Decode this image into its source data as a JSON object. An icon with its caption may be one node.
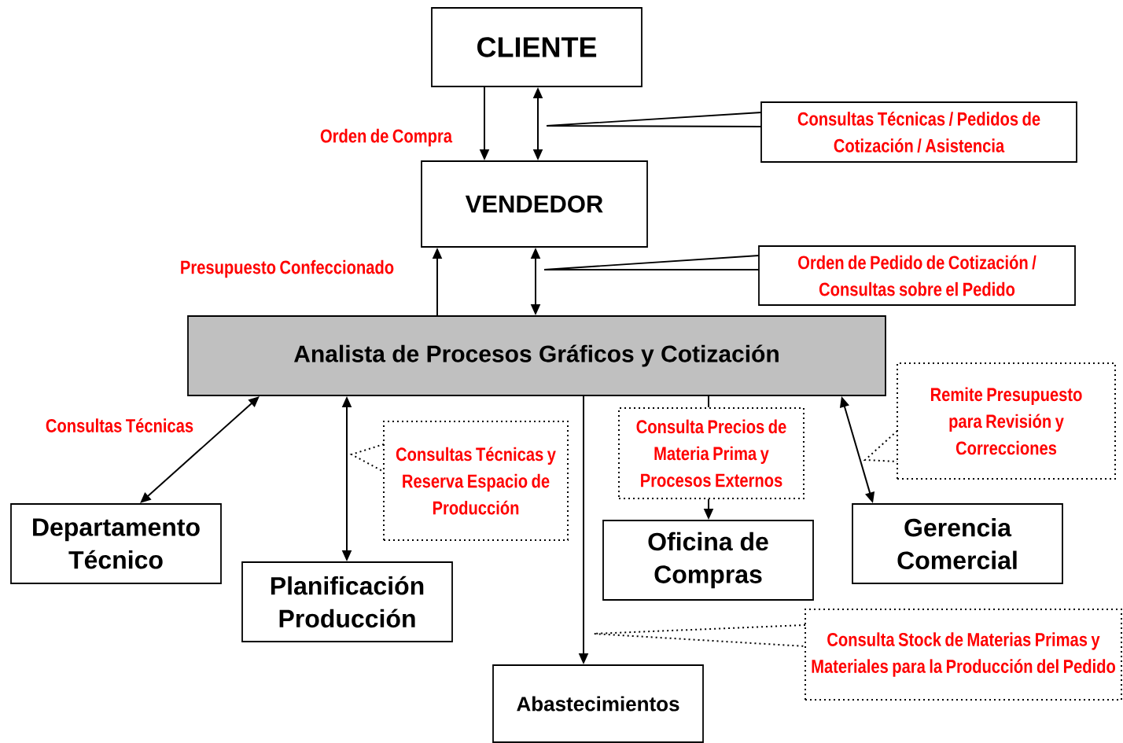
{
  "diagram": {
    "nodes": [
      {
        "text": [
          "CLIENTE"
        ]
      },
      {
        "text": [
          "VENDEDOR"
        ]
      },
      {
        "text": [
          "Analista de Procesos Gráficos y Cotización"
        ]
      },
      {
        "text": [
          "Departamento Técnico"
        ]
      },
      {
        "text": [
          "Planificación Producción"
        ]
      },
      {
        "text": [
          "Oficina de Compras"
        ]
      },
      {
        "text": [
          "Gerencia Comercial"
        ]
      },
      {
        "text": [
          "Abastecimientos"
        ]
      },
      {
        "text": [
          "Consultas Técnicas / Pedidos de Cotización / Asistencia"
        ]
      },
      {
        "text": [
          "Orden de Pedido de Cotización / Consultas sobre el Pedido"
        ]
      },
      {
        "text": [
          "Consultas Técnicas y Reserva Espacio de Producción"
        ]
      },
      {
        "text": [
          "Consulta Precios de Materia Prima y Procesos Externos"
        ]
      },
      {
        "text": [
          "Remite Presupuesto para Revisión y Correcciones"
        ]
      },
      {
        "text": [
          "Consulta Stock de Materias Primas y Materiales para la Producción del Pedido"
        ]
      }
    ],
    "edges": [
      {
        "from": 0,
        "to": 1,
        "arrow": "to",
        "label": "Orden de Compra"
      },
      {
        "from": 0,
        "to": 1,
        "arrow": "both"
      },
      {
        "from": 2,
        "to": 1,
        "arrow": "to",
        "label": "Presupuesto Confeccionado"
      },
      {
        "from": 1,
        "to": 2,
        "arrow": "both"
      },
      {
        "from": 2,
        "to": 3,
        "arrow": "both",
        "label": "Consultas Técnicas"
      },
      {
        "from": 2,
        "to": 4,
        "arrow": "both"
      },
      {
        "from": 2,
        "to": 11,
        "arrow": "none"
      },
      {
        "from": 11,
        "to": 5,
        "arrow": "to"
      },
      {
        "from": 2,
        "to": 7,
        "arrow": "to"
      },
      {
        "from": 2,
        "to": 6,
        "arrow": "both"
      }
    ]
  }
}
